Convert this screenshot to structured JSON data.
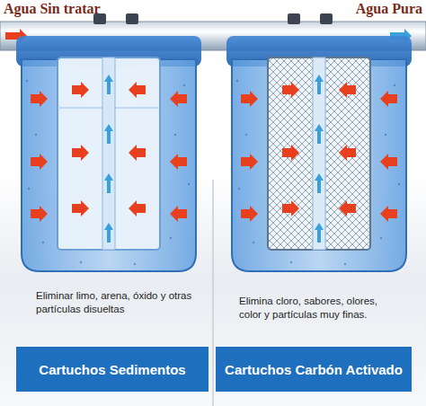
{
  "diagram": {
    "nodes": [
      {
        "text": [
          "Cartuchos Sedimentos"
        ]
      },
      {
        "text": [
          "Cartuchos Carbón Activado"
        ]
      }
    ],
    "labels": [
      "Agua Sin tratar",
      "Agua Pura",
      "Eliminar limo, arena, óxido y otras partículas disueltas",
      "Elimina cloro, sabores, olores, color y partículas muy finas."
    ]
  }
}
